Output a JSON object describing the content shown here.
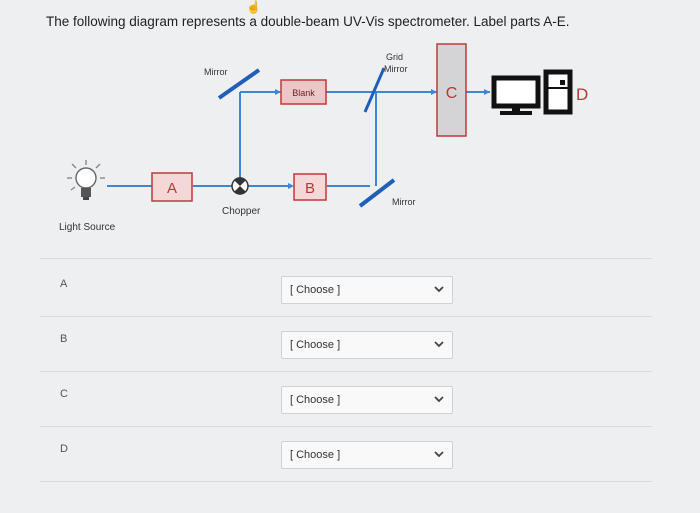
{
  "question": {
    "text": "The following diagram represents a double-beam UV-Vis spectrometer. Label parts A-E."
  },
  "diagram": {
    "labels": {
      "mirror_top": "Mirror",
      "grid_mirror_line1": "Grid",
      "grid_mirror_line2": "Mirror",
      "blank": "Blank",
      "light_source": "Light Source",
      "chopper": "Chopper",
      "mirror_bottom": "Mirror",
      "a": "A",
      "b": "B",
      "c": "C",
      "d": "D"
    },
    "colors": {
      "beam": "#3c86d8",
      "box_border": "#c0393b",
      "mirror": "#1f5fb8",
      "detector": "#0c0c0c"
    },
    "icons": [
      "light-bulb-icon",
      "chopper-icon",
      "computer-monitor-icon"
    ]
  },
  "answers": [
    {
      "label": "A",
      "selected": "[ Choose ]"
    },
    {
      "label": "B",
      "selected": "[ Choose ]"
    },
    {
      "label": "C",
      "selected": "[ Choose ]"
    },
    {
      "label": "D",
      "selected": "[ Choose ]"
    }
  ]
}
